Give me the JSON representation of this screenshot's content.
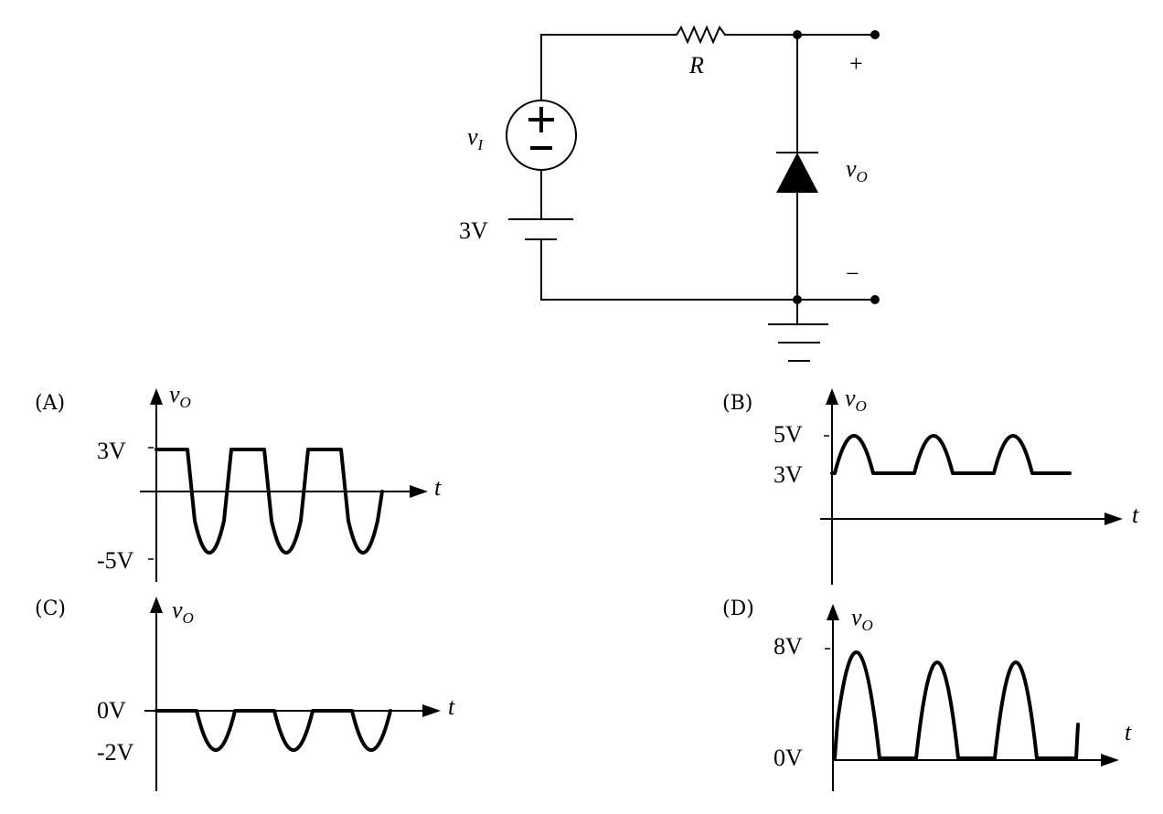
{
  "circuit": {
    "source_label": "v",
    "source_sub": "I",
    "battery_label": "3V",
    "resistor_label": "R",
    "output_label": "v",
    "output_sub": "O",
    "plus_sign": "+",
    "minus_sign": "−"
  },
  "options": [
    {
      "letter": "(A)",
      "axis_y": "v",
      "axis_y_sub": "O",
      "axis_x": "t",
      "ticks": [
        "3V",
        "-5V"
      ]
    },
    {
      "letter": "(B)",
      "axis_y": "v",
      "axis_y_sub": "O",
      "axis_x": "t",
      "ticks": [
        "5V",
        "3V"
      ]
    },
    {
      "letter": "(C)",
      "axis_y": "v",
      "axis_y_sub": "O",
      "axis_x": "t",
      "ticks": [
        "0V",
        "-2V"
      ]
    },
    {
      "letter": "(D)",
      "axis_y": "v",
      "axis_y_sub": "O",
      "axis_x": "t",
      "ticks": [
        "8V",
        "0V"
      ]
    }
  ]
}
